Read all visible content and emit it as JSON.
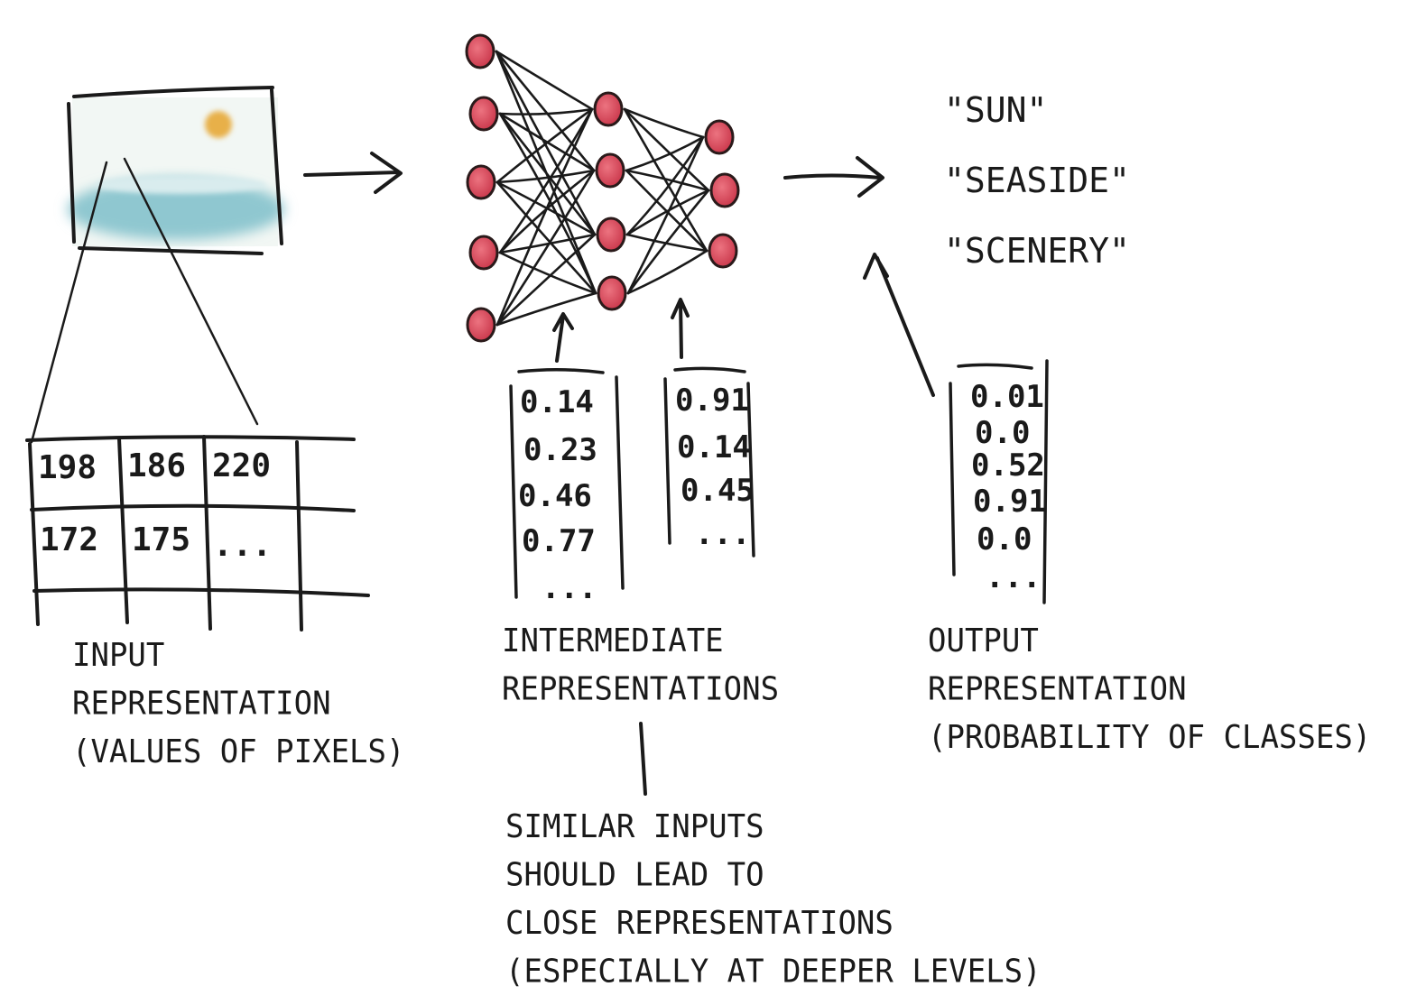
{
  "input": {
    "label": [
      "INPUT",
      "REPRESENTATION",
      "(VALUES OF PIXELS)"
    ],
    "grid_row1": [
      "198",
      "186",
      "220"
    ],
    "grid_row2": [
      "172",
      "175",
      "..."
    ],
    "image_colors": {
      "sun": "#e8b04a",
      "sea": "#8fc7d0",
      "sky": "#eef4f1"
    }
  },
  "intermediate": {
    "label": [
      "INTERMEDIATE",
      "REPRESENTATIONS"
    ],
    "column1": [
      "0.14",
      "0.23",
      "0.46",
      "0.77",
      "..."
    ],
    "column2": [
      "0.91",
      "0.14",
      "0.45",
      "..."
    ]
  },
  "output": {
    "label": [
      "OUTPUT",
      "REPRESENTATION",
      "(PROBABILITY OF CLASSES)"
    ],
    "column": [
      "0.01",
      "0.0",
      "0.52",
      "0.91",
      "0.0",
      "..."
    ],
    "classes": [
      "\"SUN\"",
      "\"SEASIDE\"",
      "\"SCENERY\""
    ]
  },
  "note": {
    "lines": [
      "SIMILAR INPUTS",
      "SHOULD LEAD TO",
      "CLOSE REPRESENTATIONS",
      "(ESPECIALLY AT DEEPER LEVELS)"
    ]
  },
  "network": {
    "node_color": "#d94b5a",
    "layers": [
      5,
      4,
      3
    ]
  }
}
